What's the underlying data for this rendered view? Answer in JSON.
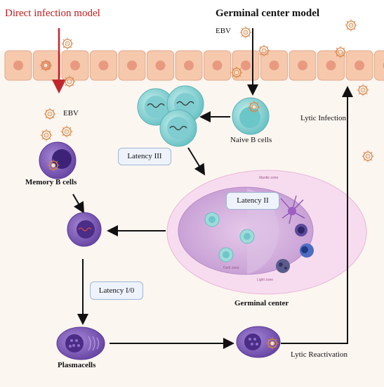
{
  "titles": {
    "direct": "Direct infection model",
    "germinal": "Germinal center model"
  },
  "labels": {
    "ebv_top": "EBV",
    "ebv_left": "EBV",
    "memory_b": "Memory B cells",
    "naive_b": "Naive B cells",
    "germinal_center": "Germinal center",
    "plasmacells": "Plasmacells",
    "lytic_infection": "Lytic Infection",
    "lytic_reactivation": "Lytic Reactivation",
    "mantle_zone": "Mantle zone",
    "dark_zone": "Dark zone",
    "light_zone": "Light zone"
  },
  "latency_boxes": {
    "latency_iii": "Latency III",
    "latency_ii": "Latency II",
    "latency_i0": "Latency I/0"
  },
  "colors": {
    "direct_arrow": "#c0272d",
    "epithelium": "#f6c9ad",
    "nucleus": "#e89a80",
    "virus": "#d9864a",
    "memory_cell": "#7b5bb5",
    "naive_cell": "#8fd3d3",
    "germinal_outer": "#f6d9ec",
    "germinal_inner": "#d6b8df"
  }
}
